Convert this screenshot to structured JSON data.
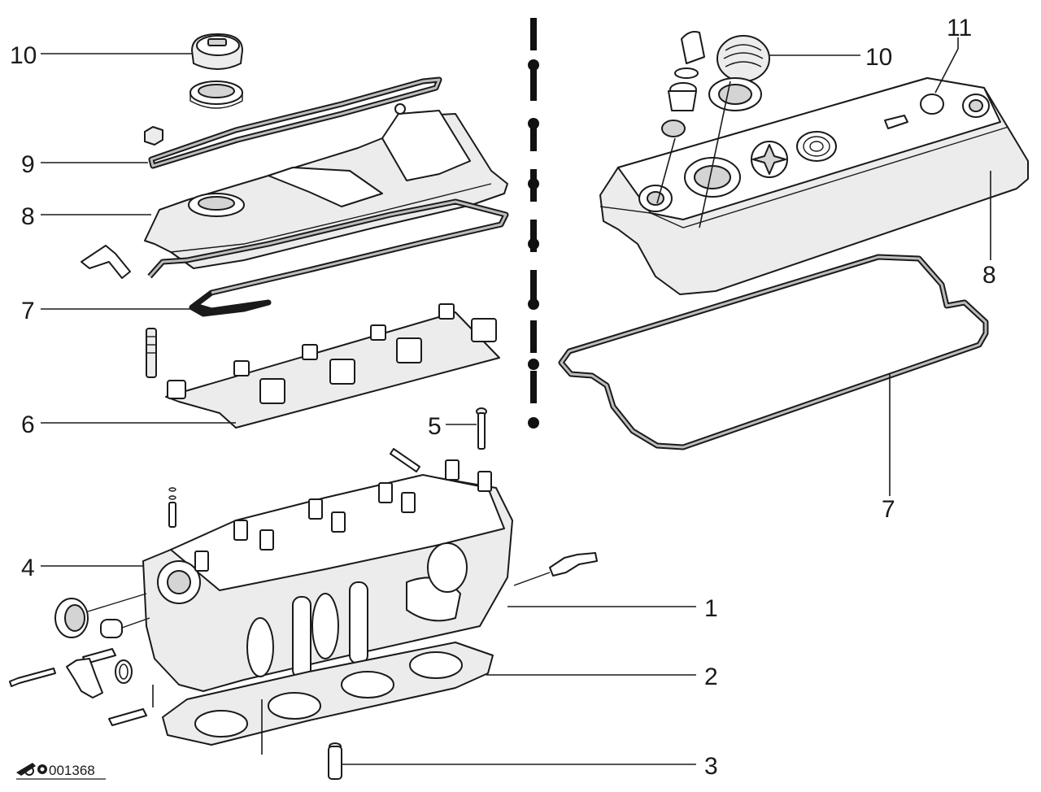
{
  "callouts": {
    "left_10": "10",
    "left_9": "9",
    "left_8": "8",
    "left_7": "7",
    "left_6": "6",
    "left_5": "5",
    "left_4": "4",
    "right_1": "1",
    "right_2": "2",
    "right_3": "3",
    "right_11": "11",
    "right_10": "10",
    "right_8": "8",
    "right_7": "7"
  },
  "figure_ref": "001368"
}
